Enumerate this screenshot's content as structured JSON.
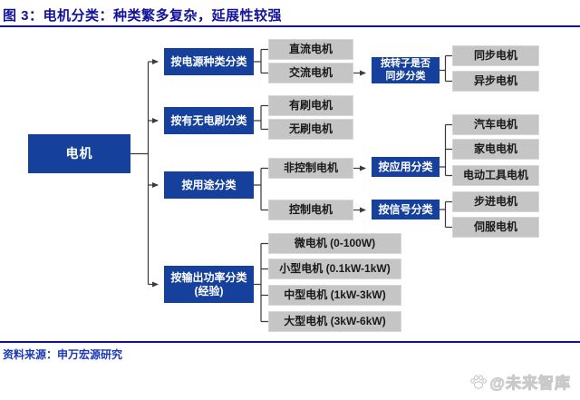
{
  "header": {
    "title": "图 3：电机分类：种类繁多复杂，延展性较强"
  },
  "footer": {
    "source": "资料来源：申万宏源研究",
    "watermark": "@未来智库",
    "watermark_icon": "paw-icon"
  },
  "colors": {
    "node_blue": "#15409B",
    "node_gray": "#C5C5C5",
    "title_blue": "#12129B",
    "source_blue": "#1C3AB5",
    "connector": "#3A3A3A",
    "watermark_gray": "#C9C9C9"
  },
  "tree": {
    "root": {
      "label": "电机"
    },
    "branches": [
      {
        "label": "按电源种类分类",
        "children": [
          {
            "label": "直流电机"
          },
          {
            "label": "交流电机",
            "sub": {
              "label": "按转子是否\n同步分类",
              "children": [
                {
                  "label": "同步电机"
                },
                {
                  "label": "异步电机"
                }
              ]
            }
          }
        ]
      },
      {
        "label": "按有无电刷分类",
        "children": [
          {
            "label": "有刷电机"
          },
          {
            "label": "无刷电机"
          }
        ]
      },
      {
        "label": "按用途分类",
        "children": [
          {
            "label": "非控制电机",
            "sub": {
              "label": "按应用分类",
              "children": [
                {
                  "label": "汽车电机"
                },
                {
                  "label": "家电电机"
                },
                {
                  "label": "电动工具电机"
                }
              ]
            }
          },
          {
            "label": "控制电机",
            "sub": {
              "label": "按信号分类",
              "children": [
                {
                  "label": "步进电机"
                },
                {
                  "label": "伺服电机"
                }
              ]
            }
          }
        ]
      },
      {
        "label": "按输出功率分类\n(经验)",
        "children": [
          {
            "label": "微电机 (0-100W)"
          },
          {
            "label": "小型电机 (0.1kW-1kW)"
          },
          {
            "label": "中型电机 (1kW-3kW)"
          },
          {
            "label": "大型电机 (3kW-6kW)"
          }
        ]
      }
    ]
  }
}
